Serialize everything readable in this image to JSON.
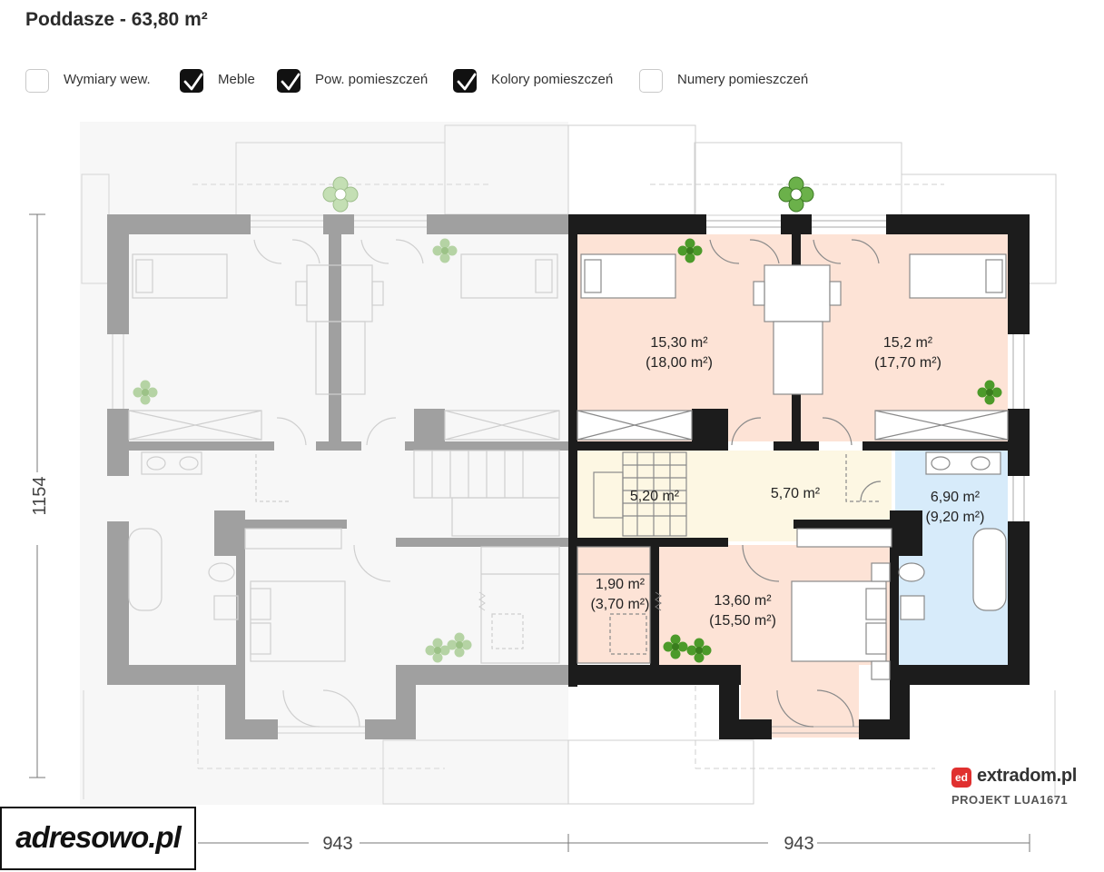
{
  "page": {
    "title": "Poddasze - 63,80 m²"
  },
  "toggles": [
    {
      "label": "Wymiary wew.",
      "checked": false
    },
    {
      "label": "Meble",
      "checked": true
    },
    {
      "label": "Pow. pomieszczeń",
      "checked": true
    },
    {
      "label": "Kolory pomieszczeń",
      "checked": true
    },
    {
      "label": "Numery pomieszczeń",
      "checked": false
    }
  ],
  "rooms": [
    {
      "id": "bedroom-1",
      "area": "15,30 m²",
      "area_total": "(18,00 m²)",
      "color": "#fde3d6"
    },
    {
      "id": "bedroom-2",
      "area": "15,2 m²",
      "area_total": "(17,70 m²)",
      "color": "#fde3d6"
    },
    {
      "id": "stairs",
      "area": "5,20 m²",
      "color": "#fdf7e3"
    },
    {
      "id": "hall",
      "area": "5,70 m²",
      "color": "#fdf7e3"
    },
    {
      "id": "bathroom",
      "area": "6,90 m²",
      "area_total": "(9,20 m²)",
      "color": "#d7ebfa"
    },
    {
      "id": "wardrobe",
      "area": "1,90 m²",
      "area_total": "(3,70 m²)",
      "color": "#fde3d6"
    },
    {
      "id": "bedroom-3",
      "area": "13,60 m²",
      "area_total": "(15,50 m²)",
      "color": "#fde3d6"
    }
  ],
  "dimensions": {
    "height": "1154",
    "width_left": "943",
    "width_right": "943"
  },
  "brand": {
    "mark": "ed",
    "name": "extradom.pl",
    "project": "PROJEKT LUA1671"
  },
  "watermark": {
    "text": "adresowo.pl"
  },
  "colors": {
    "wall_active": "#1c1c1c",
    "wall_inactive": "#a0a0a0",
    "accent": "#e0302f"
  }
}
